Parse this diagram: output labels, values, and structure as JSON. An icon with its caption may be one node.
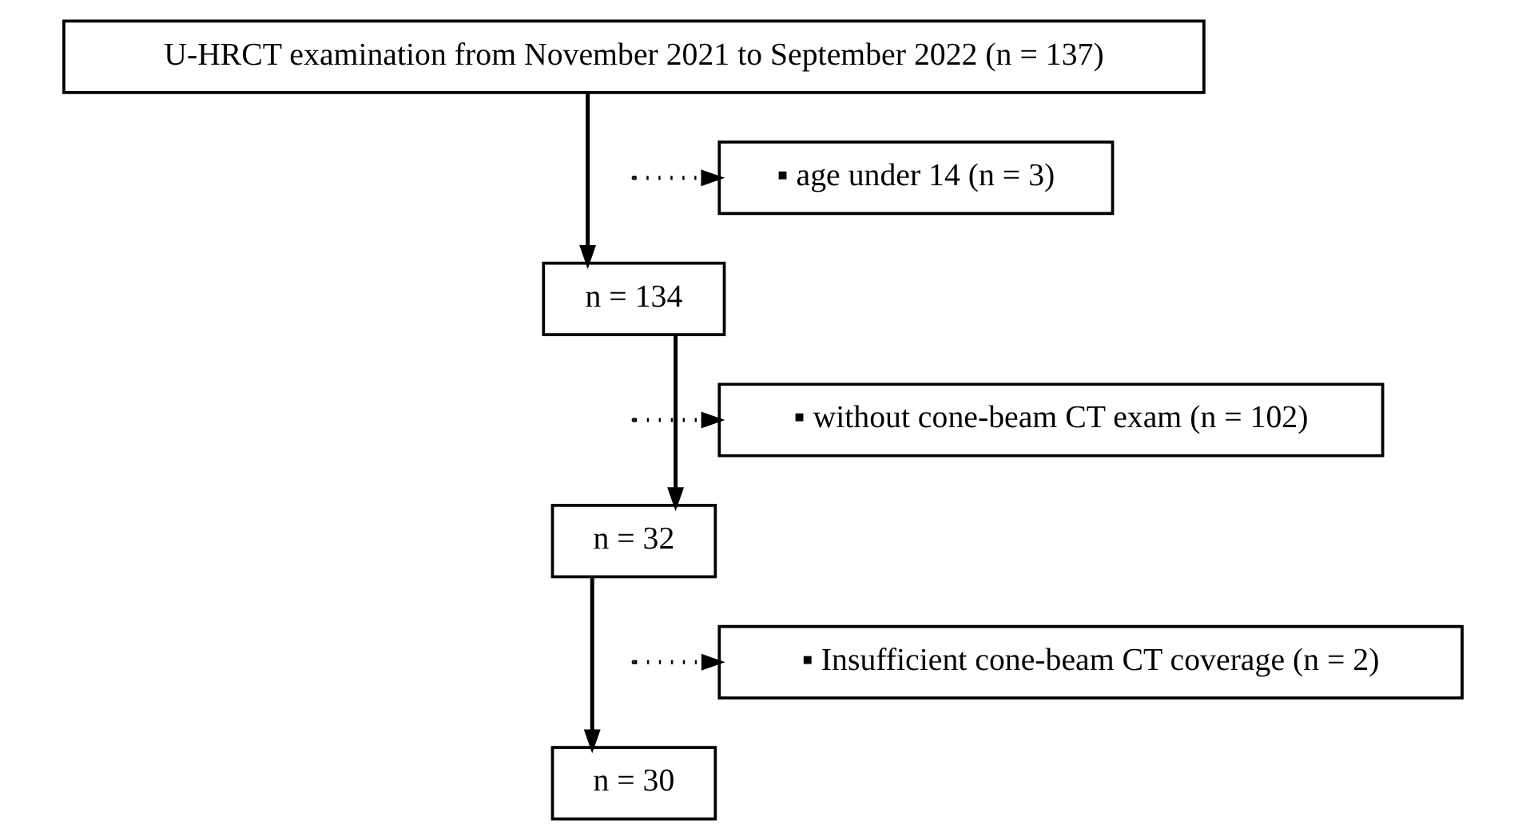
{
  "diagram": {
    "nodes": [
      {
        "text": [
          "U-HRCT examination from November 2021 to September 2022 (n = 137)"
        ]
      },
      {
        "text": [
          "▪ age under 14 (n = 3)"
        ]
      },
      {
        "text": [
          "n = 134"
        ]
      },
      {
        "text": [
          "▪ without cone-beam CT exam (n = 102)"
        ]
      },
      {
        "text": [
          "n = 32"
        ]
      },
      {
        "text": [
          "▪ Insufficient cone-beam CT coverage (n = 2)"
        ]
      },
      {
        "text": [
          "n = 30"
        ]
      }
    ],
    "edges": [
      {
        "from": 0,
        "to": 2,
        "arrow": "to"
      },
      {
        "from": null,
        "to": 1,
        "arrow": "to",
        "style": "dashed"
      },
      {
        "from": 2,
        "to": 4,
        "arrow": "to"
      },
      {
        "from": null,
        "to": 3,
        "arrow": "to",
        "style": "dashed"
      },
      {
        "from": 4,
        "to": 6,
        "arrow": "to"
      },
      {
        "from": null,
        "to": 5,
        "arrow": "to",
        "style": "dashed"
      }
    ]
  }
}
